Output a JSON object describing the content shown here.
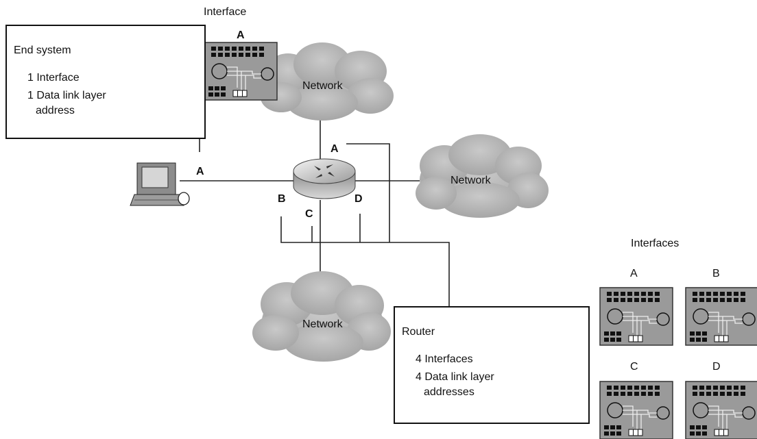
{
  "end_system": {
    "title": "End system",
    "line1": "1 Interface",
    "line2": "1 Data link layer",
    "line3": "address"
  },
  "router_box": {
    "title": "Router",
    "line1": "4 Interfaces",
    "line2": "4 Data link layer",
    "line3": "addresses"
  },
  "labels": {
    "interface_heading": "Interface",
    "end_system_card_letter": "A",
    "pc_link_letter": "A",
    "router_port_a": "A",
    "router_port_b": "B",
    "router_port_c": "C",
    "router_port_d": "D",
    "interfaces_heading": "Interfaces",
    "card_a": "A",
    "card_b": "B",
    "card_c": "C",
    "card_d": "D"
  },
  "networks": {
    "top": "Network",
    "right": "Network",
    "bottom": "Network"
  }
}
